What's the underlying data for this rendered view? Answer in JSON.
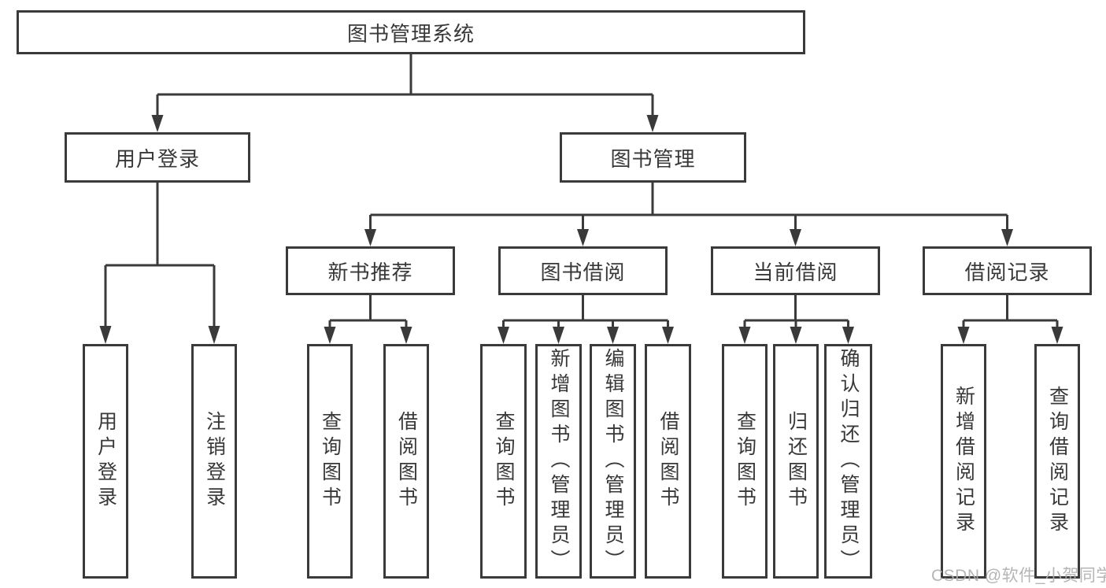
{
  "diagram": {
    "root": {
      "label": "图书管理系统"
    },
    "branches": [
      {
        "label": "用户登录",
        "leaves": [
          {
            "label": "用户登录"
          },
          {
            "label": "注销登录"
          }
        ]
      },
      {
        "label": "图书管理",
        "groups": [
          {
            "label": "新书推荐",
            "leaves": [
              {
                "label": "查询图书"
              },
              {
                "label": "借阅图书"
              }
            ]
          },
          {
            "label": "图书借阅",
            "leaves": [
              {
                "label": "查询图书"
              },
              {
                "label": "新增图书（管理员）"
              },
              {
                "label": "编辑图书（管理员）"
              },
              {
                "label": "借阅图书"
              }
            ]
          },
          {
            "label": "当前借阅",
            "leaves": [
              {
                "label": "查询图书"
              },
              {
                "label": "归还图书"
              },
              {
                "label": "确认归还（管理员）"
              }
            ]
          },
          {
            "label": "借阅记录",
            "leaves": [
              {
                "label": "新增借阅记录"
              },
              {
                "label": "查询借阅记录"
              }
            ]
          }
        ]
      }
    ]
  },
  "watermark": {
    "text": "CSDN @软件_小贺同学"
  },
  "colors": {
    "line": "#3a3a3a",
    "box_border": "#3a3a3a",
    "text": "#383838",
    "watermark": "#adadad",
    "background": "#ffffff"
  }
}
